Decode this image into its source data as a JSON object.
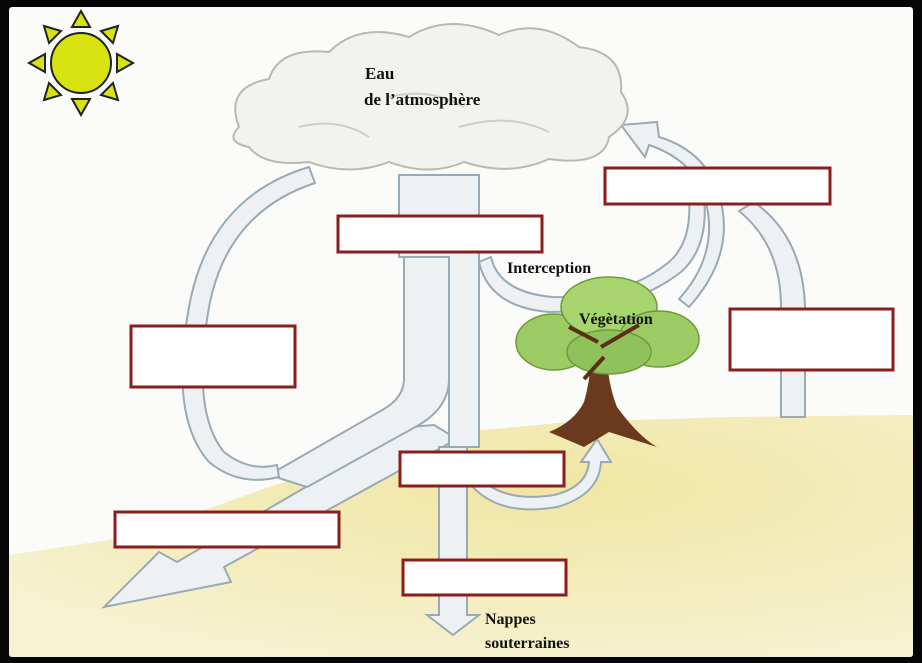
{
  "labels": {
    "atmosphere_line1": "Eau",
    "atmosphere_line2": "de l’atmosphère",
    "interception": "Interception",
    "vegetation": "Végètation",
    "groundwater_line1": "Nappes",
    "groundwater_line2": "souterraines"
  },
  "answer_boxes": [
    {
      "id": "box-1",
      "text": ""
    },
    {
      "id": "box-2",
      "text": ""
    },
    {
      "id": "box-3",
      "text": ""
    },
    {
      "id": "box-4",
      "text": ""
    },
    {
      "id": "box-5",
      "text": ""
    },
    {
      "id": "box-6",
      "text": ""
    },
    {
      "id": "box-7",
      "text": ""
    }
  ],
  "icons": [
    "sun-icon",
    "cloud-icon",
    "tree-icon"
  ],
  "colors": {
    "sun": "#d7e20f",
    "sun_outline": "#222222",
    "box_border": "#8b1d1d",
    "arrow_fill": "#eef1f3",
    "arrow_stroke": "#9aaab5",
    "ground": "#f2ecb5",
    "foliage": "#9bcb62",
    "trunk": "#6b3a1e"
  }
}
